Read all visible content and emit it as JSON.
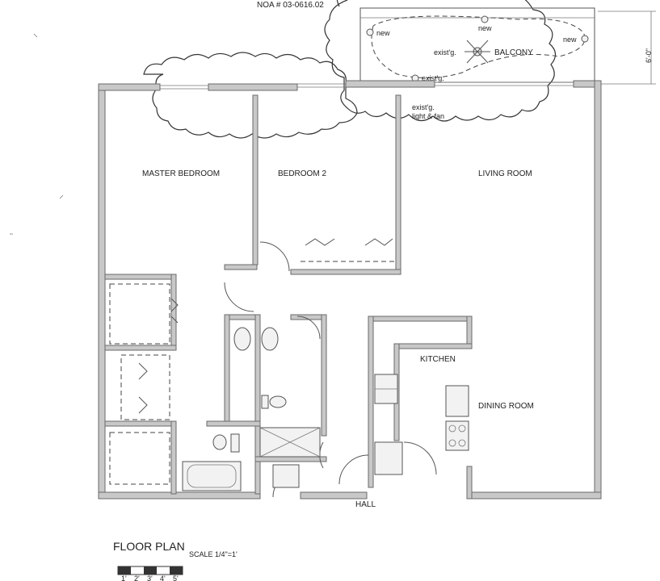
{
  "header": {
    "noa_number": "NOA # 03-0616.02"
  },
  "rooms": {
    "master_bedroom": "MASTER BEDROOM",
    "bedroom_2": "BEDROOM 2",
    "living_room": "LIVING ROOM",
    "kitchen": "KITCHEN",
    "dining_room": "DINING ROOM",
    "balcony": "BALCONY",
    "hall": "HALL"
  },
  "annotations": {
    "new_1": "new",
    "new_2": "new",
    "new_3": "new",
    "exist_fan": "exist'g.",
    "exist_light": "exist'g.",
    "exist_light_fan_1": "exist'g.",
    "exist_light_fan_2": "light & fan",
    "dimension": "6'-0\""
  },
  "footer": {
    "title": "FLOOR PLAN",
    "scale": "SCALE 1/4\"=1'",
    "scale_ticks": [
      "1'",
      "2'",
      "3'",
      "4'",
      "5'"
    ]
  }
}
